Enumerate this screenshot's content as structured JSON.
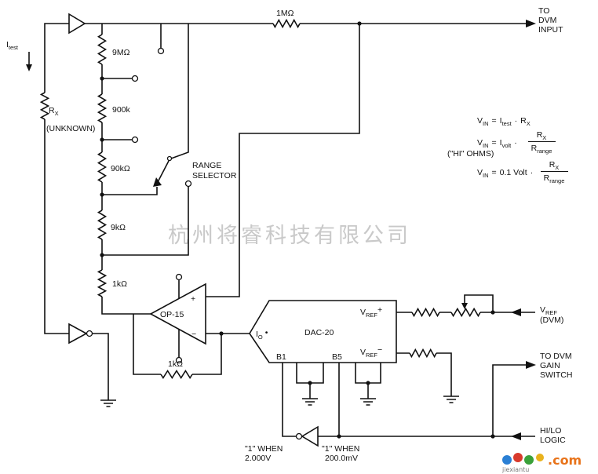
{
  "labels": {
    "r_1meg": "1MΩ",
    "to_dvm_input": [
      "TO",
      "DVM",
      "INPUT"
    ],
    "i_test": {
      "main": "I",
      "sub": "test"
    },
    "rx": {
      "main": "R",
      "sub": "X"
    },
    "rx_note": "(UNKNOWN)",
    "r_9meg": "9MΩ",
    "r_900k": "900k",
    "r_90k": "90kΩ",
    "r_9k": "9kΩ",
    "r_1k_ladder": "1kΩ",
    "r_1k_feedback": "1kΩ",
    "range_selector": [
      "RANGE",
      "SELECTOR"
    ],
    "opamp": {
      "name": "OP-15",
      "plus": "+",
      "minus": "−"
    },
    "dac": {
      "name": "DAC-20",
      "io": {
        "main": "I",
        "sub": "O",
        "dot": "•"
      },
      "b1": "B1",
      "b5": "B5",
      "vref_plus": {
        "main": "V",
        "sub": "REF",
        "sign": "+"
      },
      "vref_minus": {
        "main": "V",
        "sub": "REF",
        "sign": "−"
      }
    },
    "vref_dvm": {
      "main": "V",
      "sub": "REF",
      "line2": "(DVM)"
    },
    "gain_switch": [
      "TO DVM",
      "GAIN",
      "SWITCH"
    ],
    "hilo_logic": [
      "HI/LO",
      "LOGIC"
    ],
    "when_2v": [
      "\"1\" WHEN",
      "2.000V"
    ],
    "when_200mv": [
      "\"1\" WHEN",
      "200.0mV"
    ]
  },
  "equations": [
    {
      "lhs": {
        "main": "V",
        "sub": "IN"
      },
      "op": "=",
      "term": {
        "main": "I",
        "sub": "test"
      },
      "dot": "·",
      "factor": {
        "main": "R",
        "sub": "X"
      }
    },
    {
      "lhs": {
        "main": "V",
        "sub": "IN"
      },
      "op": "=",
      "term": {
        "main": "I",
        "sub": "volt"
      },
      "dot": "·",
      "num": {
        "main": "R",
        "sub": "X"
      },
      "den": {
        "main": "R",
        "sub": "range"
      },
      "note": "(\"HI\" OHMS)"
    },
    {
      "lhs": {
        "main": "V",
        "sub": "IN"
      },
      "op": "=",
      "term": "0.1 Volt",
      "dot": "·",
      "num": {
        "main": "R",
        "sub": "X"
      },
      "den": {
        "main": "R",
        "sub": "range"
      }
    }
  ],
  "watermark": "杭州将睿科技有限公司",
  "logo": {
    "domain": ".com",
    "pinyin": "jiexiantu"
  },
  "colors": {
    "line": "#111111",
    "background": "#ffffff",
    "watermark": "#c9c9c9",
    "logo_accent": "#e8731a"
  }
}
